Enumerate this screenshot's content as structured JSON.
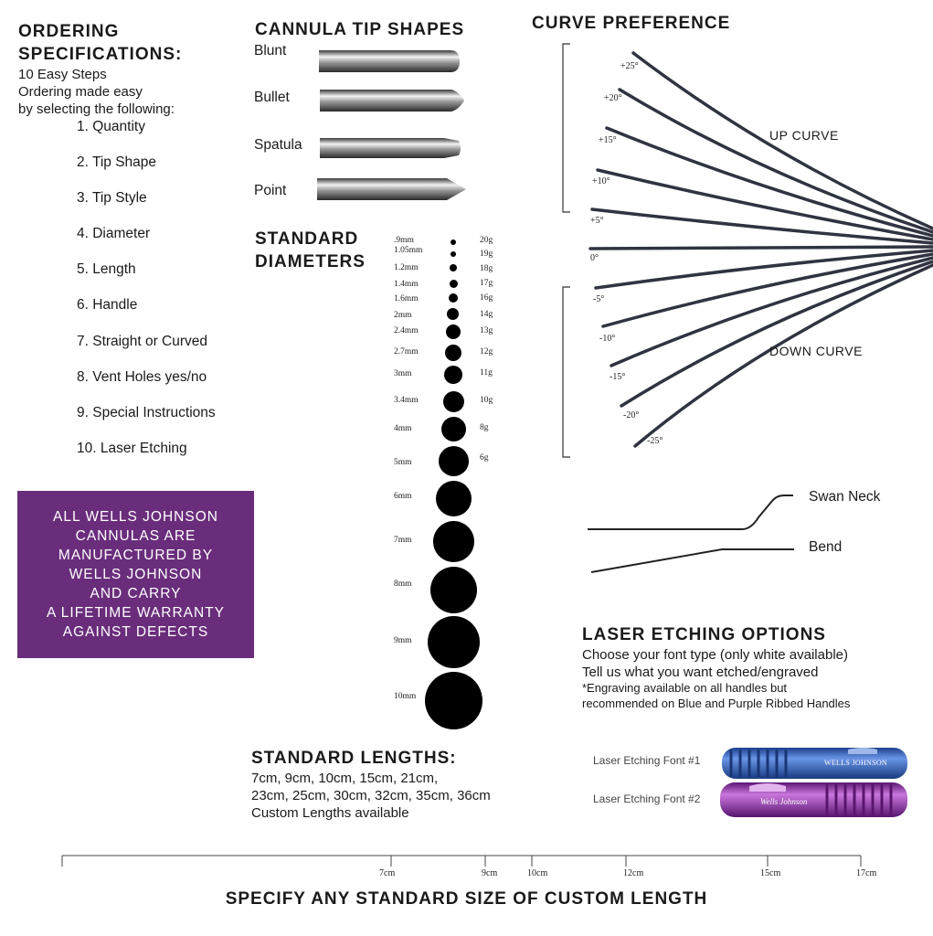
{
  "ordering": {
    "title_line1": "ORDERING",
    "title_line2": "SPECIFICATIONS:",
    "intro1": "10 Easy Steps",
    "intro2": "Ordering made easy",
    "intro3": "by selecting the following:",
    "steps": [
      "1. Quantity",
      "2. Tip Shape",
      "3. Tip Style",
      "4. Diameter",
      "5. Length",
      "6. Handle",
      "7. Straight or Curved",
      "8. Vent Holes yes/no",
      "9. Special Instructions",
      "10. Laser Etching"
    ]
  },
  "warranty": {
    "text": "ALL WELLS JOHNSON\nCANNULAS ARE\nMANUFACTURED BY\nWELLS JOHNSON\nAND CARRY\nA LIFETIME WARRANTY\nAGAINST DEFECTS",
    "bg_color": "#6a2d7c"
  },
  "tips": {
    "title": "CANNULA TIP SHAPES",
    "items": [
      "Blunt",
      "Bullet",
      "Spatula",
      "Point"
    ]
  },
  "diameters": {
    "title_line1": "STANDARD",
    "title_line2": "DIAMETERS",
    "mm": [
      ".9mm",
      "1.05mm",
      "1.2mm",
      "1.4mm",
      "1.6mm",
      "2mm",
      "2.4mm",
      "2.7mm",
      "3mm",
      "3.4mm",
      "4mm",
      "5mm",
      "6mm",
      "7mm",
      "8mm",
      "9mm",
      "10mm"
    ],
    "gauge": [
      "20g",
      "19g",
      "18g",
      "17g",
      "16g",
      "14g",
      "13g",
      "12g",
      "11g",
      "10g",
      "8g",
      "6g"
    ]
  },
  "curve": {
    "title": "CURVE PREFERENCE",
    "up_label": "UP CURVE",
    "down_label": "DOWN CURVE",
    "degrees": [
      "+25°",
      "+20°",
      "+15°",
      "+10°",
      "+5°",
      "0°",
      "-5°",
      "-10°",
      "-15°",
      "-20°",
      "-25°"
    ]
  },
  "shapes": {
    "swan_neck": "Swan Neck",
    "bend": "Bend"
  },
  "laser": {
    "title": "LASER ETCHING OPTIONS",
    "line1": "Choose your font type (only white available)",
    "line2": "Tell us what you want etched/engraved",
    "line3": "*Engraving available on all handles but",
    "line4": "recommended on Blue and Purple Ribbed Handles",
    "font1_label": "Laser Etching Font #1",
    "font2_label": "Laser Etching Font #2",
    "handle1_text": "WELLS JOHNSON",
    "handle2_text": "Wells Johnson",
    "handle1_color": "#2a5fc4",
    "handle2_color": "#8e2fa8"
  },
  "lengths": {
    "title": "STANDARD LENGTHS:",
    "line1": "7cm, 9cm, 10cm, 15cm, 21cm,",
    "line2": "23cm, 25cm, 30cm, 32cm, 35cm, 36cm",
    "line3": "Custom Lengths available"
  },
  "ruler": {
    "labels": [
      "7cm",
      "9cm",
      "10cm",
      "12cm",
      "15cm",
      "17cm"
    ]
  },
  "footer": {
    "specify": "SPECIFY ANY STANDARD SIZE OF CUSTOM LENGTH"
  }
}
